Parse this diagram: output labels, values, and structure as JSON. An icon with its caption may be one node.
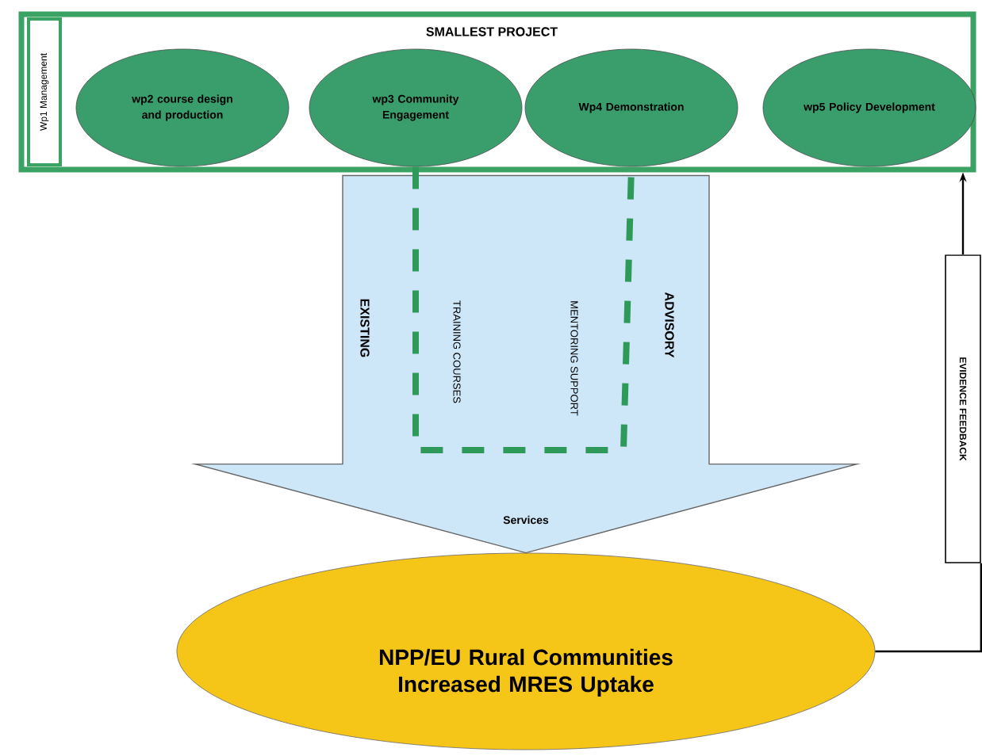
{
  "diagram": {
    "nodes": [
      {
        "text": [
          "SMALLEST PROJECT"
        ]
      },
      {
        "text": [
          "Wp1 Management"
        ],
        "in": 0
      },
      {
        "text": [
          "wp2 course design and production"
        ],
        "in": 0
      },
      {
        "text": [
          "wp3 Community Engagement"
        ],
        "in": 0
      },
      {
        "text": [
          "Wp4 Demonstration"
        ],
        "in": 0
      },
      {
        "text": [
          "wp5 Policy Development"
        ],
        "in": 0
      },
      {
        "text": [
          "NPP/EU Rural Communities Increased MRES Uptake"
        ]
      },
      {
        "text": [
          "EVIDENCE FEEDBACK"
        ]
      }
    ],
    "edges": [
      {
        "from": 0,
        "to": 6,
        "arrow": "to",
        "style": "thick",
        "color": "#cde7f8"
      },
      {
        "from": 3,
        "to": 4,
        "arrow": "none",
        "style": "dashed",
        "color": "#2e9a5a"
      },
      {
        "from": 6,
        "to": 7,
        "arrow": "none"
      },
      {
        "from": 7,
        "to": 0,
        "arrow": "to"
      }
    ],
    "labels": [
      "EXISTING",
      "TRAINING COURSES",
      "MENTORING SUPPORT",
      "ADVISORY",
      "Services"
    ]
  }
}
